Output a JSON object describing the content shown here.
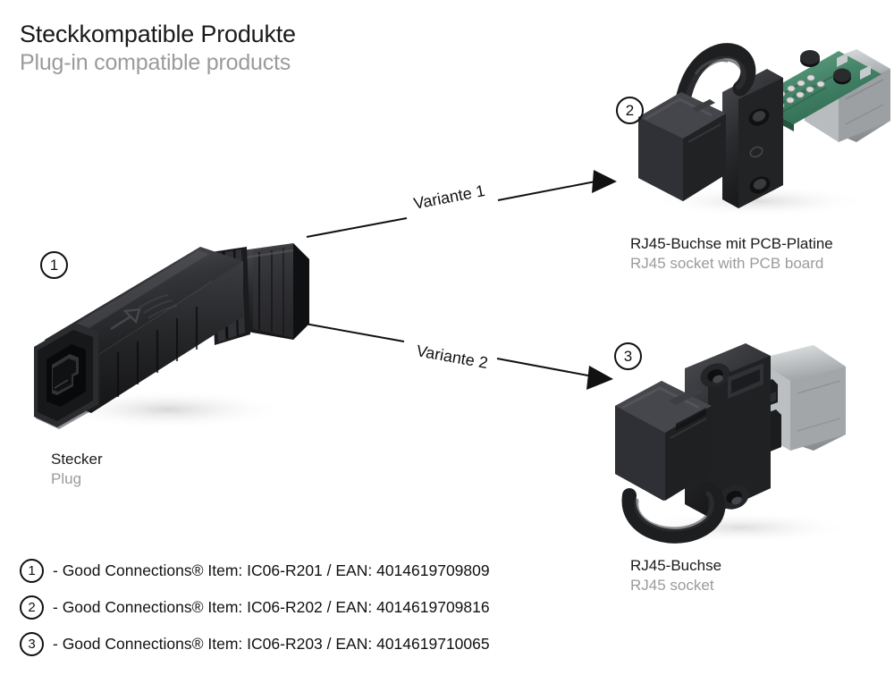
{
  "header": {
    "title_de": "Steckkompatible Produkte",
    "title_en": "Plug-in compatible products"
  },
  "products": [
    {
      "id": "plug",
      "callout": "1",
      "name_de": "Stecker",
      "name_en": "Plug"
    },
    {
      "id": "pcb-socket",
      "callout": "2",
      "name_de": "RJ45-Buchse mit PCB-Platine",
      "name_en": "RJ45 socket with PCB board"
    },
    {
      "id": "socket",
      "callout": "3",
      "name_de": "RJ45-Buchse",
      "name_en": "RJ45 socket"
    }
  ],
  "arrows": [
    {
      "id": "variant-1",
      "label": "Variante 1"
    },
    {
      "id": "variant-2",
      "label": "Variante 2"
    }
  ],
  "legend": [
    {
      "badge": "1",
      "prefix": "- Good Connections",
      "registered": "®",
      "item_label": " Item: ",
      "item": "IC06-R201",
      "separator": " / ",
      "ean_label": "EAN: ",
      "ean": "4014619709809",
      "full": "- Good Connections® Item: IC06-R201 / EAN: 4014619709809"
    },
    {
      "badge": "2",
      "prefix": "- Good Connections",
      "registered": "®",
      "item_label": " Item: ",
      "item": "IC06-R202",
      "separator": " / ",
      "ean_label": "EAN: ",
      "ean": "4014619709816",
      "full": "- Good Connections® Item: IC06-R202 / EAN: 4014619709816"
    },
    {
      "badge": "3",
      "prefix": " - Good Connections",
      "registered": "®",
      "item_label": " Item: ",
      "item": "IC06-R203",
      "separator": " / ",
      "ean_label": "EAN: ",
      "ean": "4014619710065",
      "full": " - Good Connections® Item: IC06-R203 / EAN: 4014619710065"
    }
  ],
  "colors": {
    "text_primary": "#1a1a1a",
    "text_secondary": "#9b9b9b",
    "line": "#111111",
    "background": "#ffffff",
    "product_black": "#2b2b2d",
    "pcb_green": "#3f7f63",
    "metal_silver": "#c9cbcc"
  }
}
